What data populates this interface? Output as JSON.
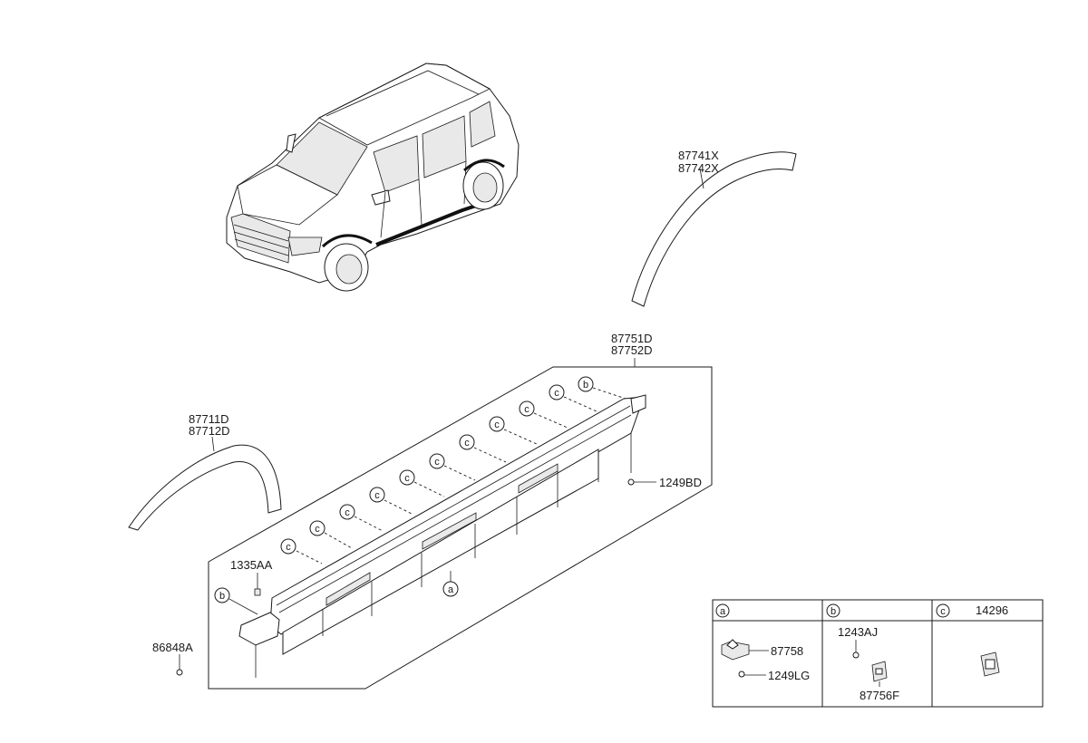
{
  "labels": {
    "rear_arch": [
      "87741X",
      "87742X"
    ],
    "sill_moulding": [
      "87751D",
      "87752D"
    ],
    "front_arch": [
      "87711D",
      "87712D"
    ],
    "screw_rear": "1249BD",
    "clip_front": "1335AA",
    "screw_front": "86848A"
  },
  "callouts": {
    "a": "a",
    "b": "b",
    "c": "c"
  },
  "legend": {
    "col_a": {
      "key": "a",
      "parts": [
        "87758",
        "1249LG"
      ]
    },
    "col_b": {
      "key": "b",
      "parts": [
        "1243AJ",
        "87756F"
      ]
    },
    "col_c": {
      "key": "c",
      "parts": [
        "14296"
      ]
    }
  }
}
